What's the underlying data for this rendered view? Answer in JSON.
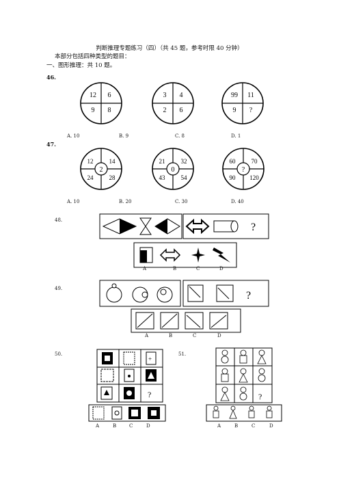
{
  "header": {
    "title": "判断推理专题练习（四）（共 45 题，参考时限 40 分钟）",
    "intro": "本部分包括四种类型的题目：",
    "section": "一、图形推理：共 10 题。"
  },
  "q46": {
    "num": "46.",
    "circles": [
      [
        "12",
        "6",
        "9",
        "8"
      ],
      [
        "3",
        "4",
        "2",
        "6"
      ],
      [
        "99",
        "11",
        "9",
        "?"
      ]
    ],
    "options": [
      "A. 10",
      "B. 9",
      "C. 8",
      "D. 1"
    ]
  },
  "q47": {
    "num": "47.",
    "circles": [
      {
        "center": "2",
        "q": [
          "12",
          "14",
          "24",
          "28"
        ]
      },
      {
        "center": "0",
        "q": [
          "21",
          "32",
          "43",
          "54"
        ]
      },
      {
        "center": "?",
        "q": [
          "60",
          "70",
          "90",
          "120"
        ]
      }
    ],
    "options": [
      "A. 10",
      "B. 20",
      "C. 30",
      "D. 40"
    ]
  },
  "q48": {
    "num": "48.",
    "question_mark": "?",
    "options": [
      "A",
      "B",
      "C",
      "D"
    ]
  },
  "q49": {
    "num": "49.",
    "question_mark": "?",
    "options": [
      "A",
      "B",
      "C",
      "D"
    ]
  },
  "q50": {
    "num": "50.",
    "question_mark": "?",
    "options": [
      "A",
      "B",
      "C",
      "D"
    ]
  },
  "q51": {
    "num": "51.",
    "question_mark": "?",
    "options": [
      "A",
      "B",
      "C",
      "D"
    ]
  }
}
